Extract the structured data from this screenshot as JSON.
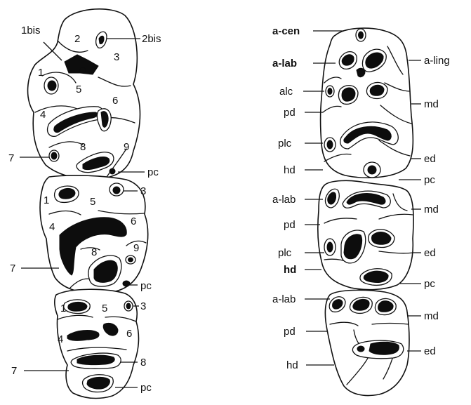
{
  "left_labels": {
    "l1bis": "1bis",
    "l2": "2",
    "l2bis": "2bis",
    "l3a": "3",
    "l1a": "1",
    "l5a": "5",
    "l6a": "6",
    "l4a": "4",
    "l7a": "7",
    "l8a": "8",
    "l9a": "9",
    "lpca": "pc",
    "l3b": "3",
    "l1b": "1",
    "l5b": "5",
    "l6b": "6",
    "l4b": "4",
    "l7b": "7",
    "l8b": "8",
    "l9b": "9",
    "lpcb": "pc",
    "l1c": "1",
    "l5c": "5",
    "l3c": "3",
    "l4c": "4",
    "l6c": "6",
    "l7c": "7",
    "l8c": "8",
    "lpcc": "pc"
  },
  "right_labels": {
    "acen": "a-cen",
    "alab1": "a-lab",
    "aling": "a-ling",
    "alc": "alc",
    "md1": "md",
    "pd1": "pd",
    "plc1": "plc",
    "ed1": "ed",
    "hd1": "hd",
    "pc1": "pc",
    "alab2": "a-lab",
    "md2": "md",
    "pd2": "pd",
    "plc2": "plc",
    "ed2": "ed",
    "hd2": "hd",
    "pc2": "pc",
    "alab3": "a-lab",
    "md3": "md",
    "pd3": "pd",
    "ed3": "ed",
    "hd3": "hd"
  }
}
